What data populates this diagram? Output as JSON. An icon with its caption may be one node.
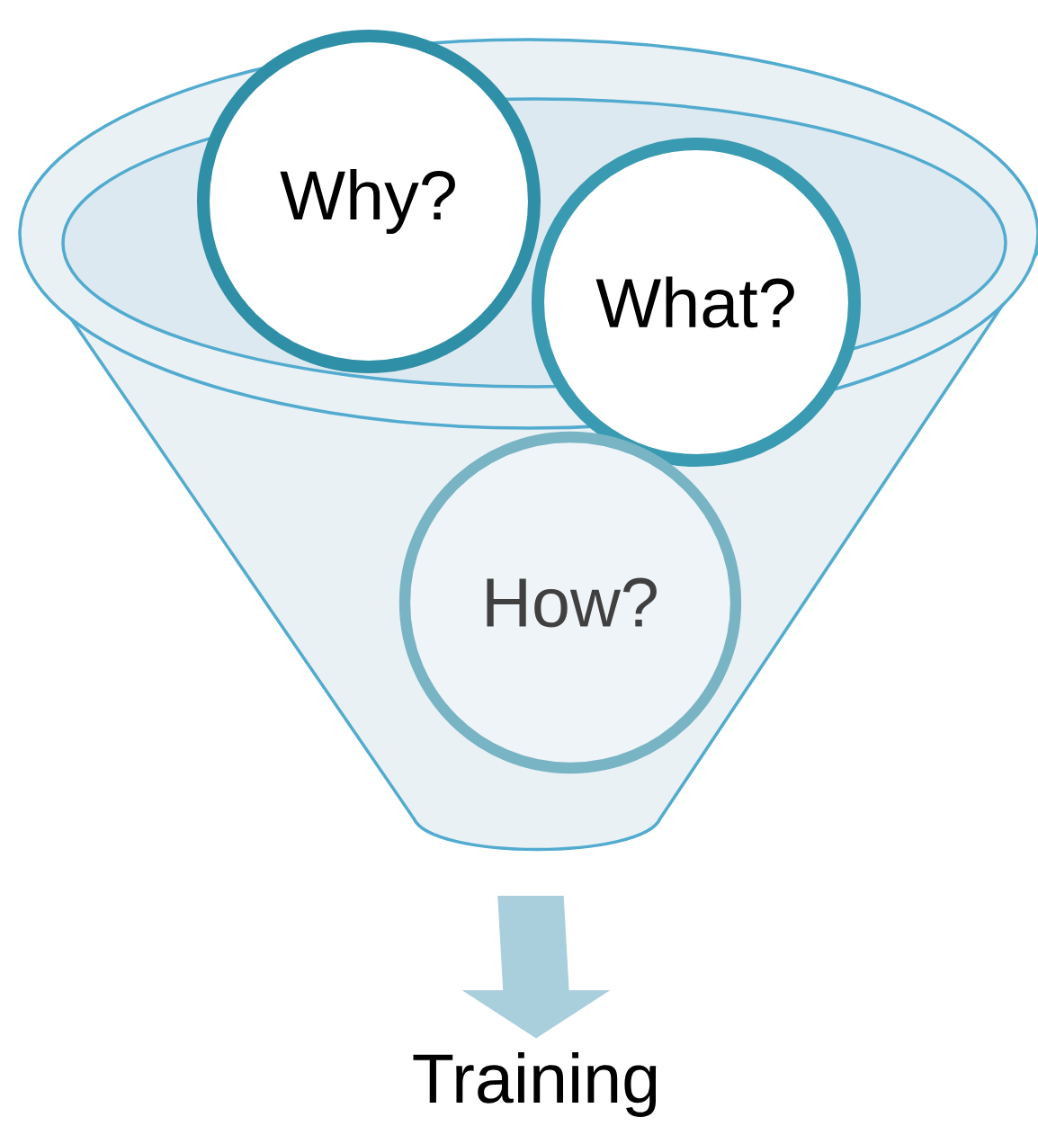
{
  "diagram": {
    "nodes": [
      {
        "text": [],
        "shape": "funnel"
      },
      {
        "text": [
          "Why?"
        ]
      },
      {
        "text": [
          "What?"
        ]
      },
      {
        "text": [
          "How?"
        ],
        "in": 0
      },
      {
        "text": [
          "Training"
        ]
      }
    ],
    "edges": [
      {
        "from": 0,
        "to": 4,
        "arrow": "to"
      }
    ]
  }
}
